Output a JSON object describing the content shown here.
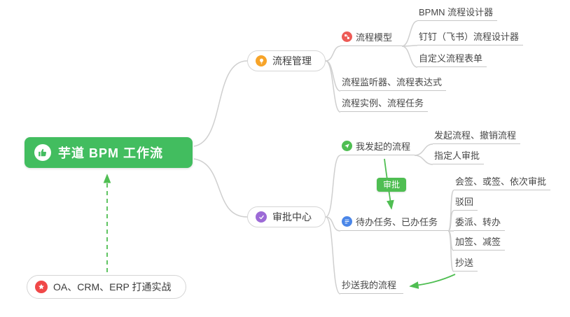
{
  "nodes": {
    "root": "芋道 BPM 工作流",
    "process_management": "流程管理",
    "process_model": "流程模型",
    "bpmn_designer": "BPMN 流程设计器",
    "dingtalk_feishu_designer": "钉钉（飞书）流程设计器",
    "custom_form": "自定义流程表单",
    "listener_expression": "流程监听器、流程表达式",
    "instance_task": "流程实例、流程任务",
    "approval_center": "审批中心",
    "my_initiated": "我发起的流程",
    "initiate_revoke": "发起流程、撤销流程",
    "assigned_approver": "指定人审批",
    "todo_done_tasks": "待办任务、已办任务",
    "countersign_modes": "会签、或签、依次审批",
    "reject": "驳回",
    "delegate_transfer": "委派、转办",
    "add_reduce_sign": "加签、减签",
    "cc": "抄送",
    "cc_my_process": "抄送我的流程",
    "oa_practice": "OA、CRM、ERP 打通实战"
  },
  "badge": {
    "label": "审批"
  },
  "icons": {
    "root": "thumbs-up-icon",
    "process_management": "lightbulb-icon",
    "process_model": "flow-model-icon",
    "approval_center": "approval-check-icon",
    "my_initiated": "paper-plane-icon",
    "todo_done_tasks": "task-list-icon",
    "oa_practice": "star-icon"
  },
  "colors": {
    "root_bg": "#42BD5F",
    "badge_bg": "#4FBE52",
    "arrow_green": "#4FBE52",
    "connector_gray": "#CFCFCF",
    "icon_orange": "#F7A429",
    "icon_red_pink": "#ED5B56",
    "icon_purple": "#9C6AD6",
    "icon_green": "#4FBE52",
    "icon_blue": "#4A86E8",
    "icon_red": "#F04848"
  }
}
